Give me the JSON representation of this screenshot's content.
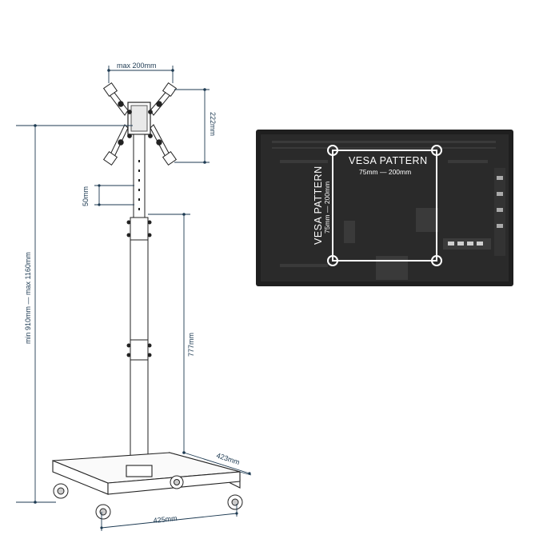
{
  "dimensions": {
    "max_width": "max 200mm",
    "bracket_height": "222mm",
    "adjust_step": "50mm",
    "total_height": "min 910mm  —  max 1160mm",
    "pole_height": "777mm",
    "base_depth": "423mm",
    "base_width": "425mm"
  },
  "vesa": {
    "title_h": "VESA PATTERN",
    "range_h": "75mm  —  200mm",
    "title_v": "VESA PATTERN",
    "range_v": "75mm  —  200mm"
  },
  "colors": {
    "dimension_line": "#1d3a52",
    "monitor_body": "#1f1f1f",
    "vesa_marker": "#ffffff"
  }
}
